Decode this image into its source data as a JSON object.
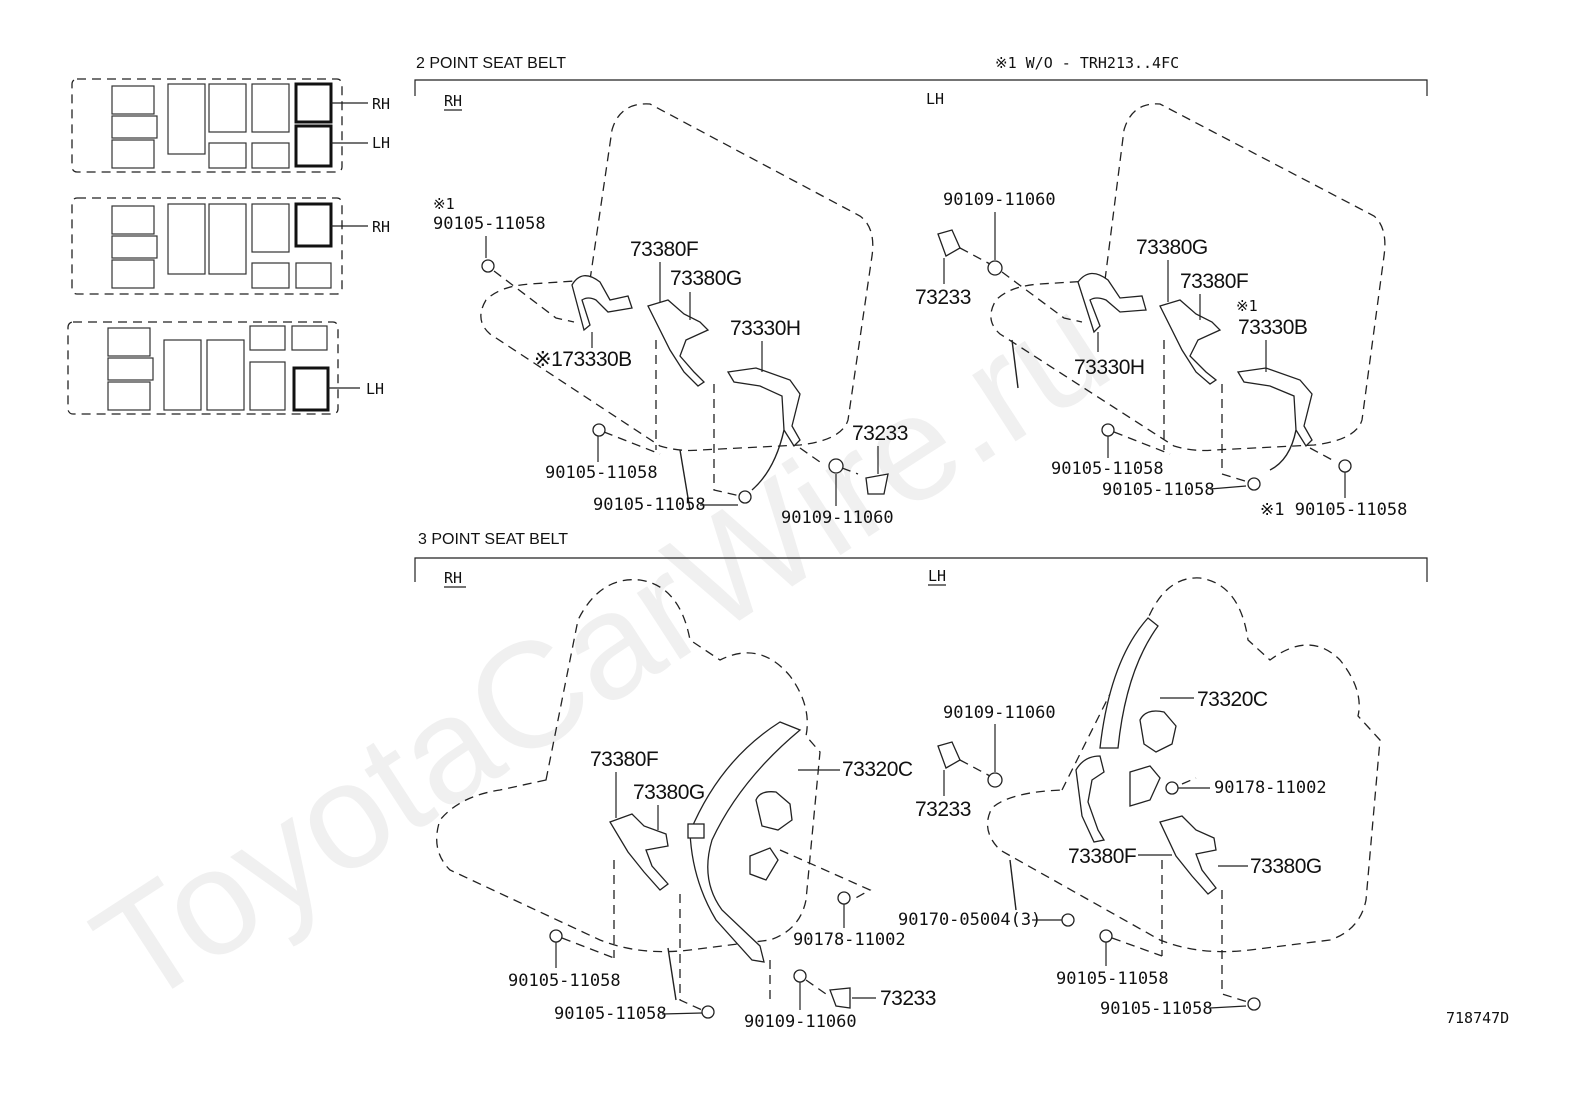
{
  "header": {
    "two_point_title": "2 POINT SEAT BELT",
    "three_point_title": "3 POINT SEAT BELT",
    "note": "※1  W/O - TRH213..4FC"
  },
  "sides": {
    "rh": "RH",
    "lh": "LH"
  },
  "locator": {
    "rh": "RH",
    "lh": "LH"
  },
  "mark": "※1",
  "parts": {
    "p73380F": "73380F",
    "p73380G": "73380G",
    "p73330H": "73330H",
    "p73330B": "73330B",
    "p73330B_marked": "※173330B",
    "p73233": "73233",
    "p73320C": "73320C",
    "p90105_11058": "90105-11058",
    "p90105_11058_marked": "※1 90105-11058",
    "p90109_11060": "90109-11060",
    "p90178_11002": "90178-11002",
    "p90170_05004": "90170-05004(3)"
  },
  "illustration_id": "718747D",
  "watermark": "ToyotaCarWire.ru"
}
